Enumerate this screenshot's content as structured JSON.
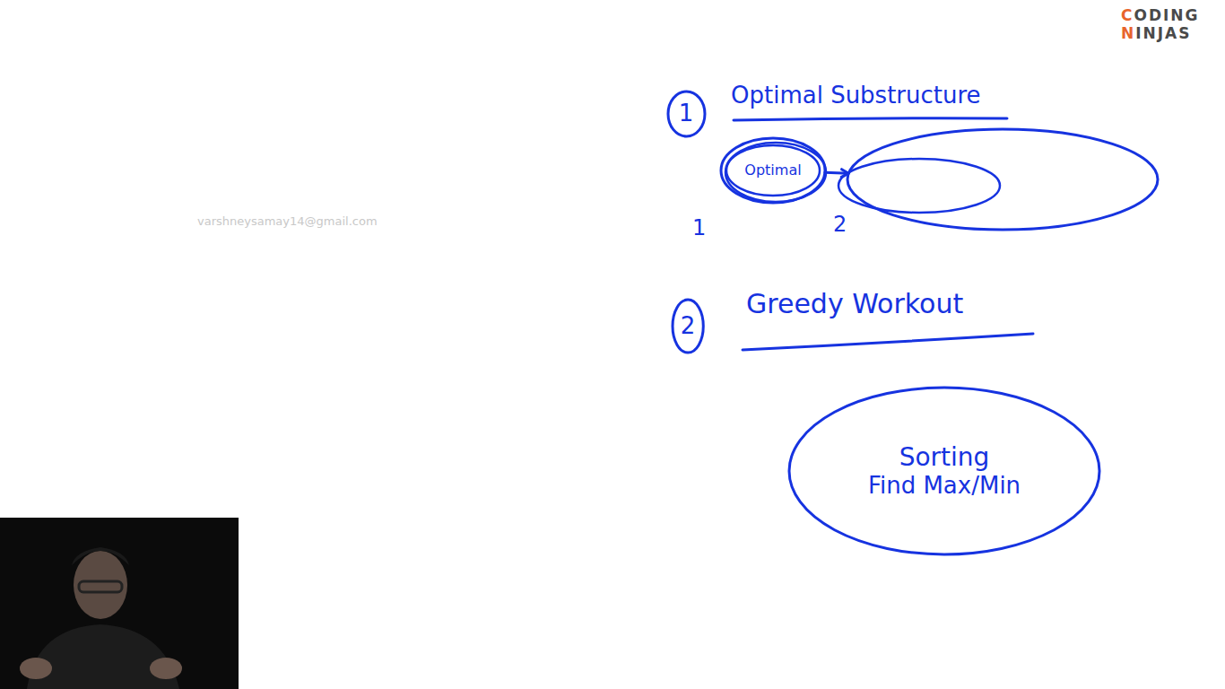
{
  "diagram": {
    "nodes": [
      {
        "text": [
          "1"
        ]
      },
      {
        "text": [
          "Optimal",
          "1"
        ]
      },
      {
        "text": [
          "2"
        ]
      },
      {
        "text": [
          "2"
        ]
      },
      {
        "text": [
          "Sorting",
          "Find Max/Min"
        ]
      }
    ],
    "edges": [
      {
        "from": 1,
        "to": 2,
        "arrow": "to"
      }
    ],
    "labels": [
      "Optimal Substructure",
      "Greedy Workout",
      "CODING",
      "NINJAS",
      "varshneysamay14@gmail.com"
    ]
  }
}
